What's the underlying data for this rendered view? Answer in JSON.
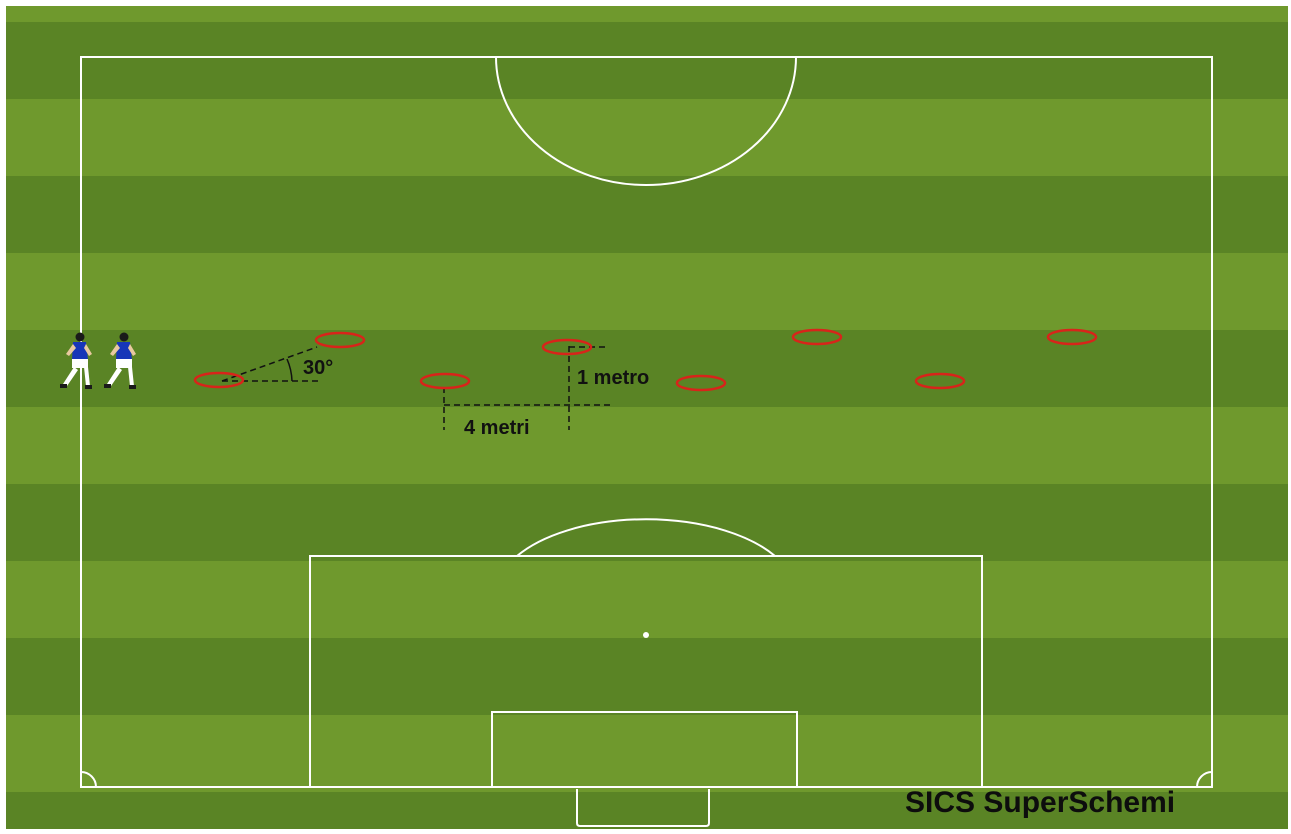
{
  "diagram": {
    "annotations": {
      "angle": "30°",
      "lateral_gap": "1 metro",
      "spacing": "4 metri"
    },
    "watermark": "SICS SuperSchemi",
    "cone_count": 8,
    "player_count": 2
  },
  "colors": {
    "grass_light": "#6f992d",
    "grass_dark": "#5a8425",
    "lines": "#ffffff",
    "cones": "#d8241a",
    "player_shirt": "#1636b8",
    "player_shorts": "#ffffff"
  }
}
